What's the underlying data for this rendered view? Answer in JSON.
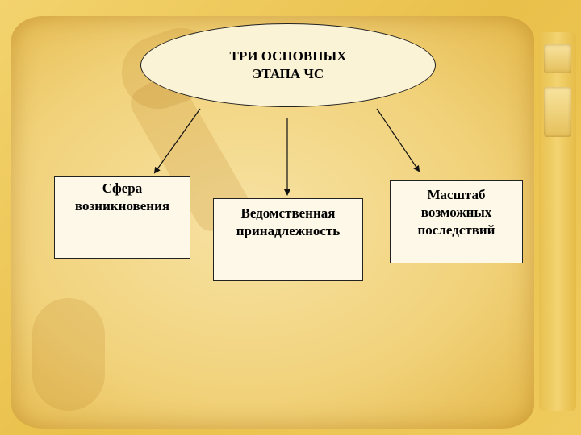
{
  "diagram": {
    "root": {
      "label": "ТРИ ОСНОВНЫХ\nЭТАПА ЧС"
    },
    "children": [
      {
        "label": "Сфера\nвозникновения"
      },
      {
        "label": "Ведомственная\nпринадлежность"
      },
      {
        "label": "Масштаб\nвозможных\nпоследствий"
      }
    ]
  },
  "colors": {
    "background": "#f0cf6e",
    "node_fill": "#fbf3d6",
    "stroke": "#222222"
  }
}
